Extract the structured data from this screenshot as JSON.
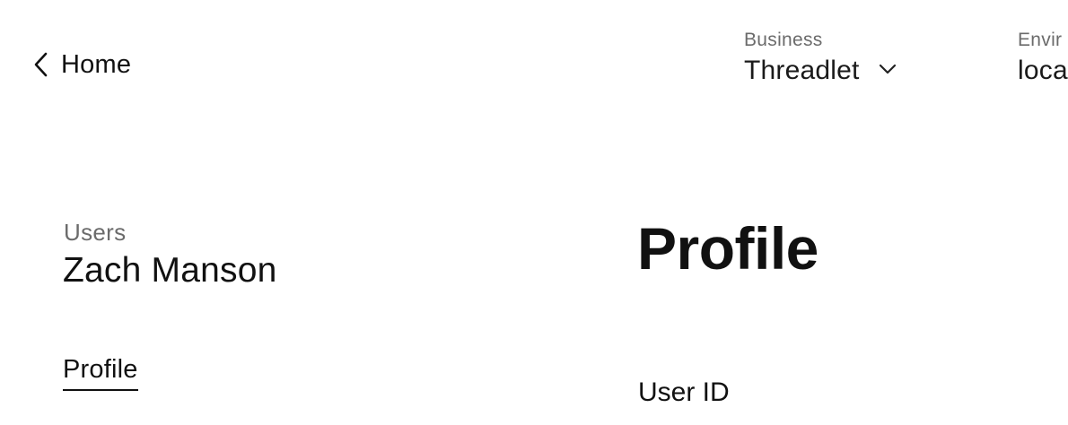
{
  "header": {
    "back_label": "Home",
    "business": {
      "caption": "Business",
      "selected": "Threadlet"
    },
    "environment": {
      "caption": "Envir",
      "selected": "loca"
    }
  },
  "sidebar": {
    "breadcrumb": "Users",
    "user_name": "Zach Manson",
    "nav_items": [
      {
        "label": "Profile",
        "active": true
      }
    ]
  },
  "main": {
    "title": "Profile",
    "fields": [
      {
        "label": "User ID"
      }
    ]
  },
  "icons": {
    "back": "chevron-left-icon",
    "dropdown": "chevron-down-icon"
  }
}
